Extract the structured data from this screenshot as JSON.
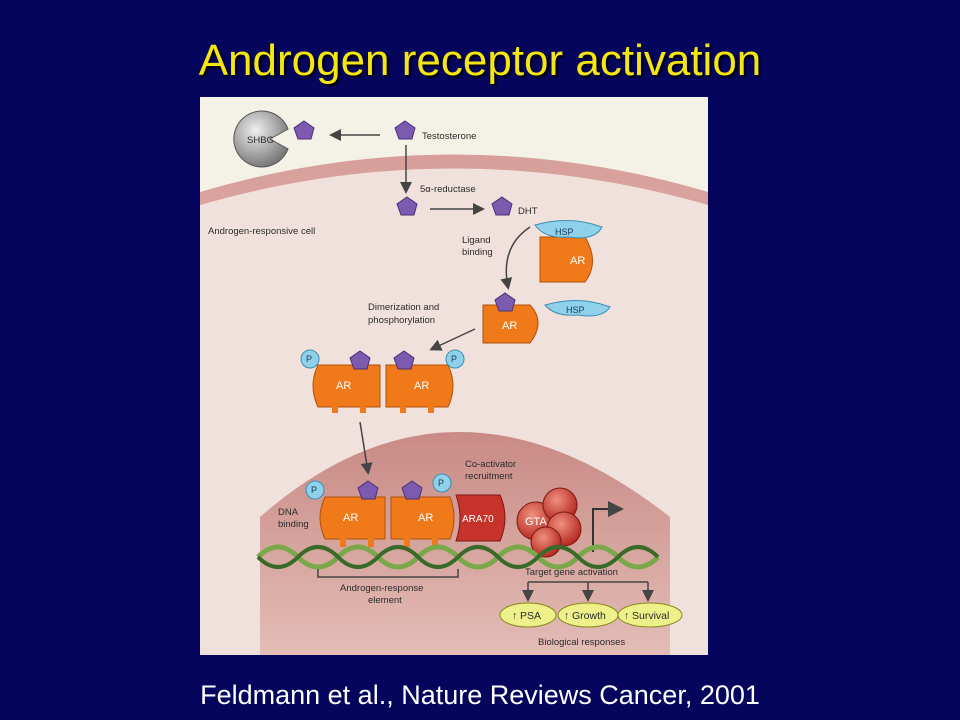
{
  "title": "Androgen receptor activation",
  "citation": "Feldmann et al., Nature Reviews Cancer, 2001",
  "colors": {
    "background": "#05055e",
    "title": "#f5e60f",
    "receptor": "#f07a1a",
    "hormone": "#7b5ab0",
    "hsp": "#8fd0ea",
    "coactivator": "#c7332a"
  },
  "diagram": {
    "shbg": "SHBG",
    "testosterone": "Testosterone",
    "reductase": "5α-reductase",
    "dht": "DHT",
    "cell": "Androgen-responsive cell",
    "ligand_binding": [
      "Ligand",
      "binding"
    ],
    "hsp": "HSP",
    "ar": "AR",
    "dimerization": [
      "Dimerization and",
      "phosphorylation"
    ],
    "phospho": "P",
    "coactivator": [
      "Co-activator",
      "recruitment"
    ],
    "dna_binding": [
      "DNA",
      "binding"
    ],
    "ara70": "ARA70",
    "gta": "GTA",
    "are": [
      "Androgen-response",
      "element"
    ],
    "target": "Target gene activation",
    "responses": [
      "PSA",
      "Growth",
      "Survival"
    ],
    "biological": "Biological responses"
  }
}
